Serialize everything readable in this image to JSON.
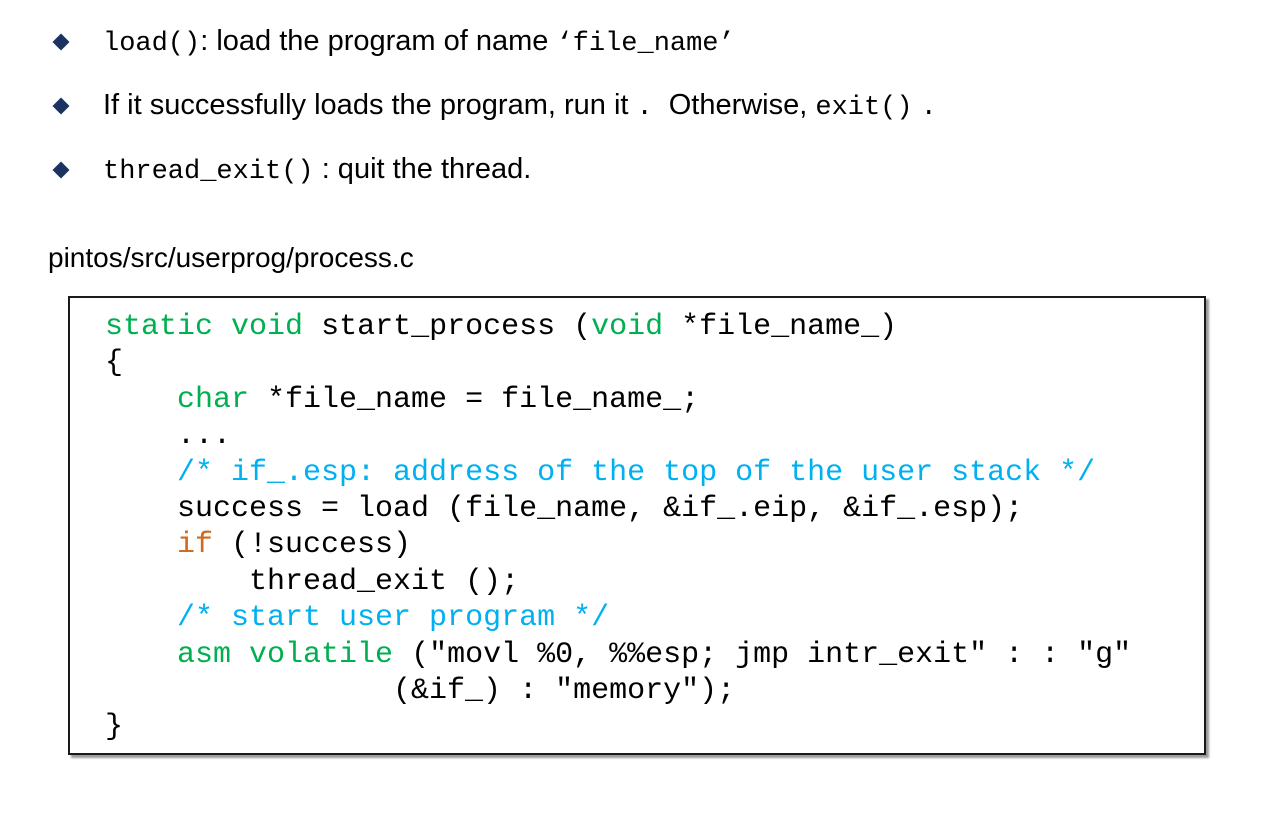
{
  "slide": {
    "bullets": [
      {
        "segments": [
          {
            "t": "load()",
            "c": "bmono"
          },
          {
            "t": ": load the program of name ",
            "c": "bsans"
          },
          {
            "t": "‘file_name’",
            "c": "bmono"
          }
        ]
      },
      {
        "segments": [
          {
            "t": "If it successfully loads the program, run it",
            "c": "bsans"
          },
          {
            "t": ".",
            "c": "bwide"
          },
          {
            "t": " Otherwise, ",
            "c": "bsans"
          },
          {
            "t": "exit()",
            "c": "bmono"
          },
          {
            "t": ".",
            "c": "bwide"
          }
        ]
      },
      {
        "segments": [
          {
            "t": "thread_exit()",
            "c": "bmono"
          },
          {
            "t": " : quit the thread.",
            "c": "bsans"
          }
        ]
      }
    ],
    "file_label": "pintos/src/userprog/process.c",
    "code_lines": [
      [
        {
          "t": "static",
          "c": "k"
        },
        {
          "t": " ",
          "c": "p"
        },
        {
          "t": "void",
          "c": "k"
        },
        {
          "t": " start_process (",
          "c": "p"
        },
        {
          "t": "void",
          "c": "k"
        },
        {
          "t": " *file_name_)",
          "c": "p"
        }
      ],
      [
        {
          "t": "{",
          "c": "p"
        }
      ],
      [
        {
          "t": "    ",
          "c": "p"
        },
        {
          "t": "char",
          "c": "k"
        },
        {
          "t": " *file_name = file_name_;",
          "c": "p"
        }
      ],
      [
        {
          "t": "    ...",
          "c": "p"
        }
      ],
      [
        {
          "t": "    ",
          "c": "p"
        },
        {
          "t": "/* if_.esp: address of the top of the user stack */",
          "c": "c"
        }
      ],
      [
        {
          "t": "    success = load (file_name, &if_.eip, &if_.esp);",
          "c": "p"
        }
      ],
      [
        {
          "t": "    ",
          "c": "p"
        },
        {
          "t": "if",
          "c": "o"
        },
        {
          "t": " (!success)",
          "c": "p"
        }
      ],
      [
        {
          "t": "        thread_exit ();",
          "c": "p"
        }
      ],
      [
        {
          "t": "    ",
          "c": "p"
        },
        {
          "t": "/* start user program */",
          "c": "c"
        }
      ],
      [
        {
          "t": "    ",
          "c": "p"
        },
        {
          "t": "asm volatile",
          "c": "k"
        },
        {
          "t": " (\"movl %0, %%esp; jmp intr_exit\" : : \"g\"",
          "c": "p"
        }
      ],
      [
        {
          "t": "                (&if_) : \"memory\");",
          "c": "p"
        }
      ],
      [
        {
          "t": "}",
          "c": "p"
        }
      ]
    ]
  },
  "colors": {
    "keyword_green": "#00B050",
    "comment_cyan": "#00B0F0",
    "control_orange": "#D2691E",
    "code_text": "#000000",
    "bullet_diamond": "#1B3361",
    "box_border": "#1A1A1A"
  }
}
